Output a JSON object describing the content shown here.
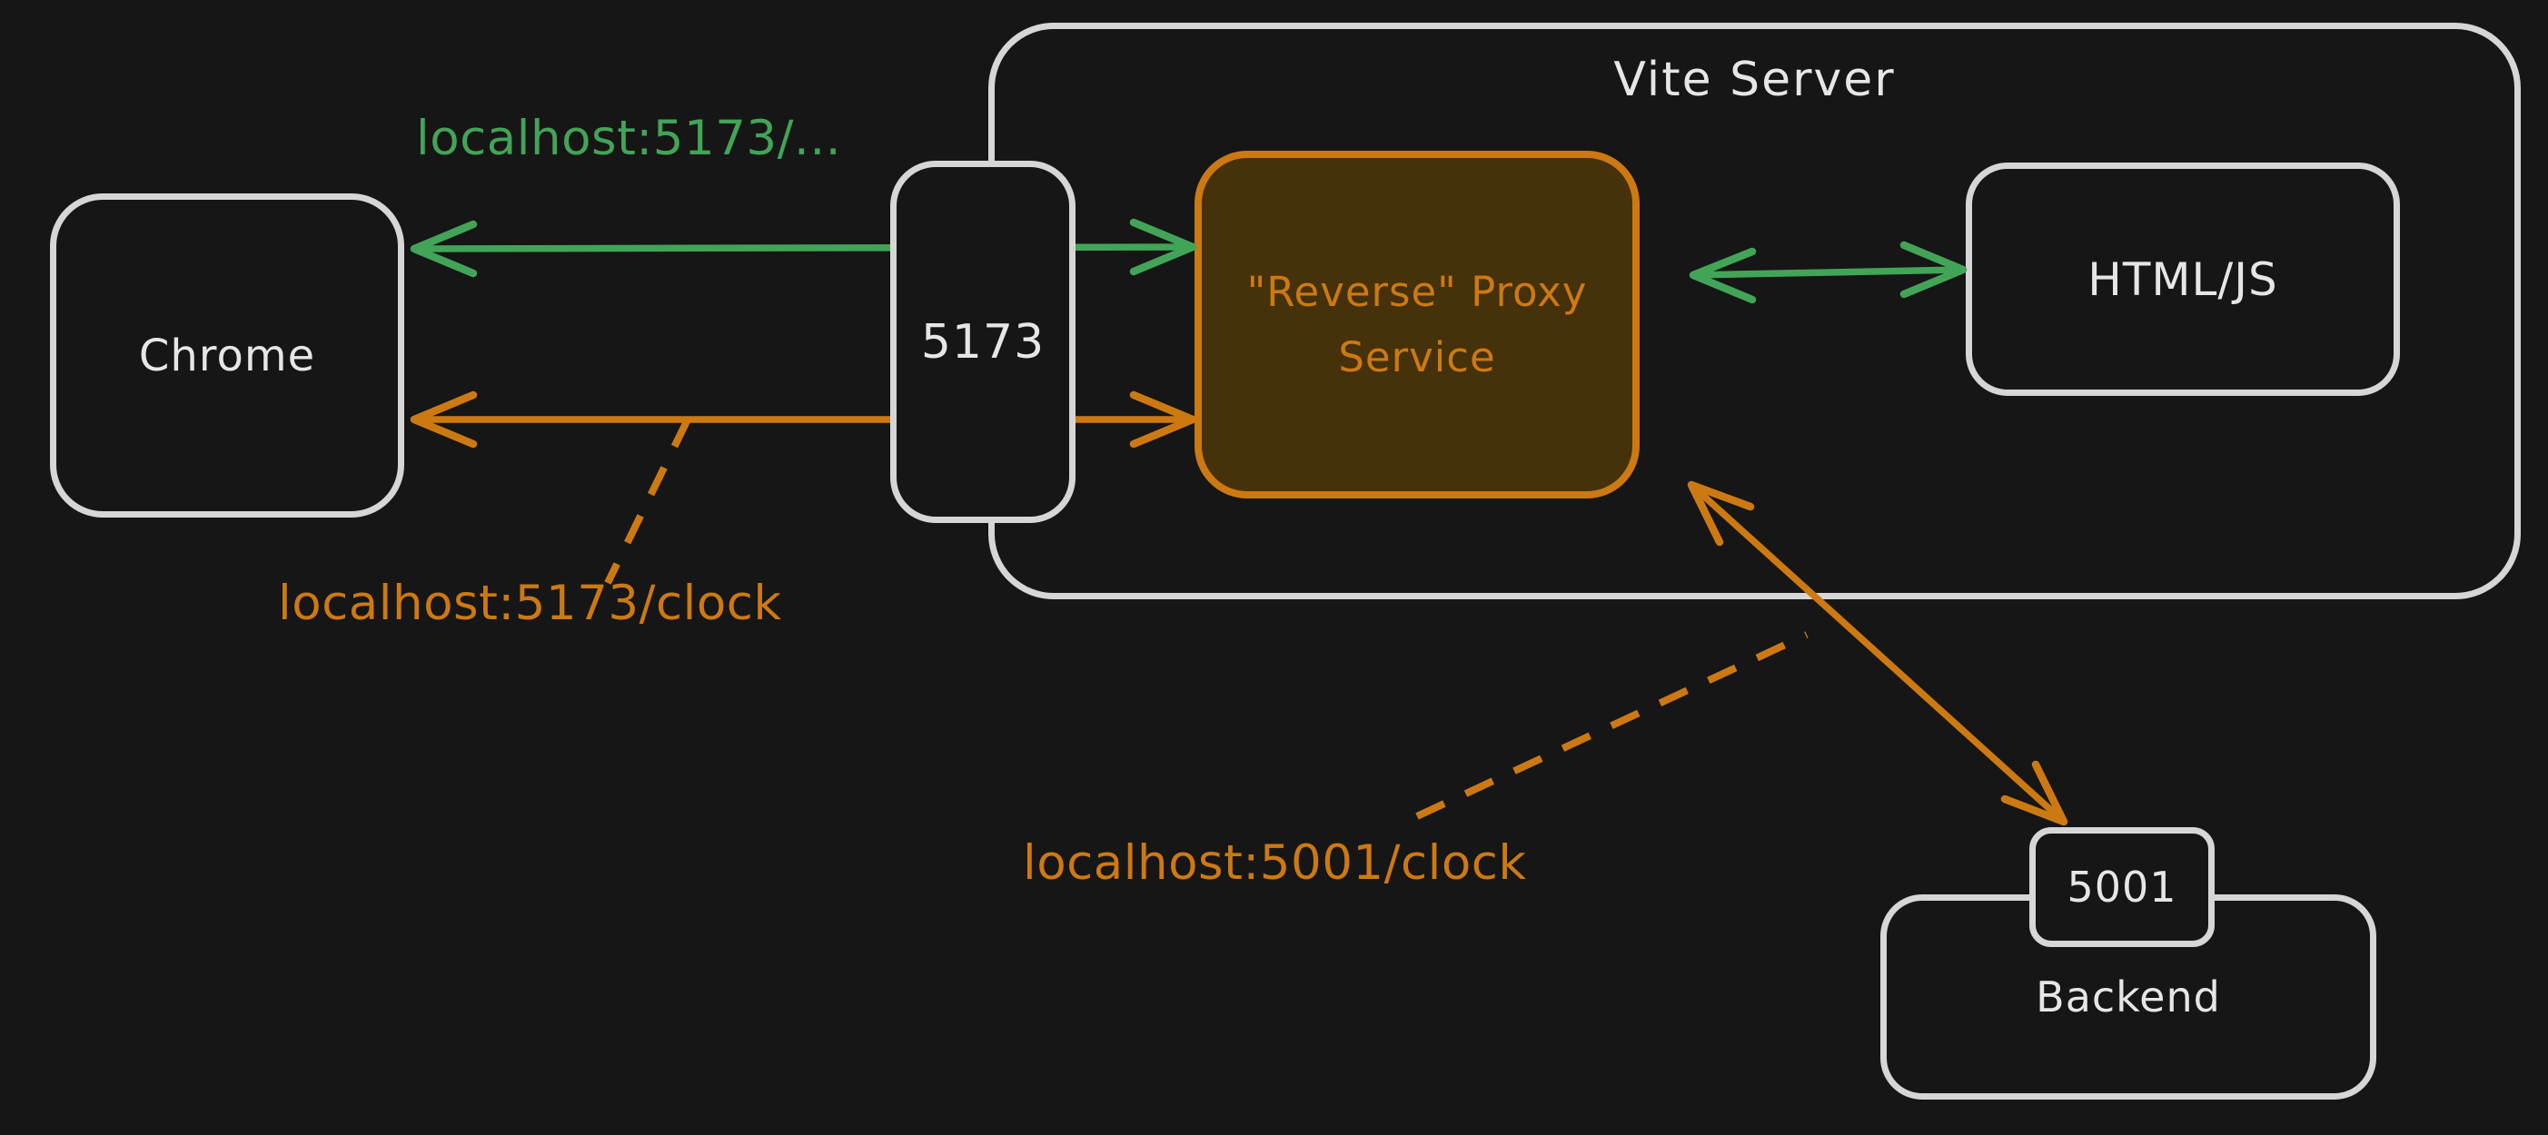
{
  "colors": {
    "bg": "#161616",
    "stroke": "#d6d6d6",
    "text": "#e6e6e6",
    "green": "#42a457",
    "orange": "#cd7912",
    "proxy_fill": "#45310a"
  },
  "nodes": {
    "chrome": {
      "label": "Chrome"
    },
    "port_5173": {
      "label": "5173"
    },
    "vite_server": {
      "title": "Vite Server"
    },
    "reverse_proxy": {
      "line1": "\"Reverse\" Proxy",
      "line2": "Service"
    },
    "html_js": {
      "label": "HTML/JS"
    },
    "port_5001": {
      "label": "5001"
    },
    "backend": {
      "label": "Backend"
    }
  },
  "edge_labels": {
    "browser_to_vite": "localhost:5173/...",
    "browser_clock_request": "localhost:5173/clock",
    "proxied_clock_request": "localhost:5001/clock"
  }
}
